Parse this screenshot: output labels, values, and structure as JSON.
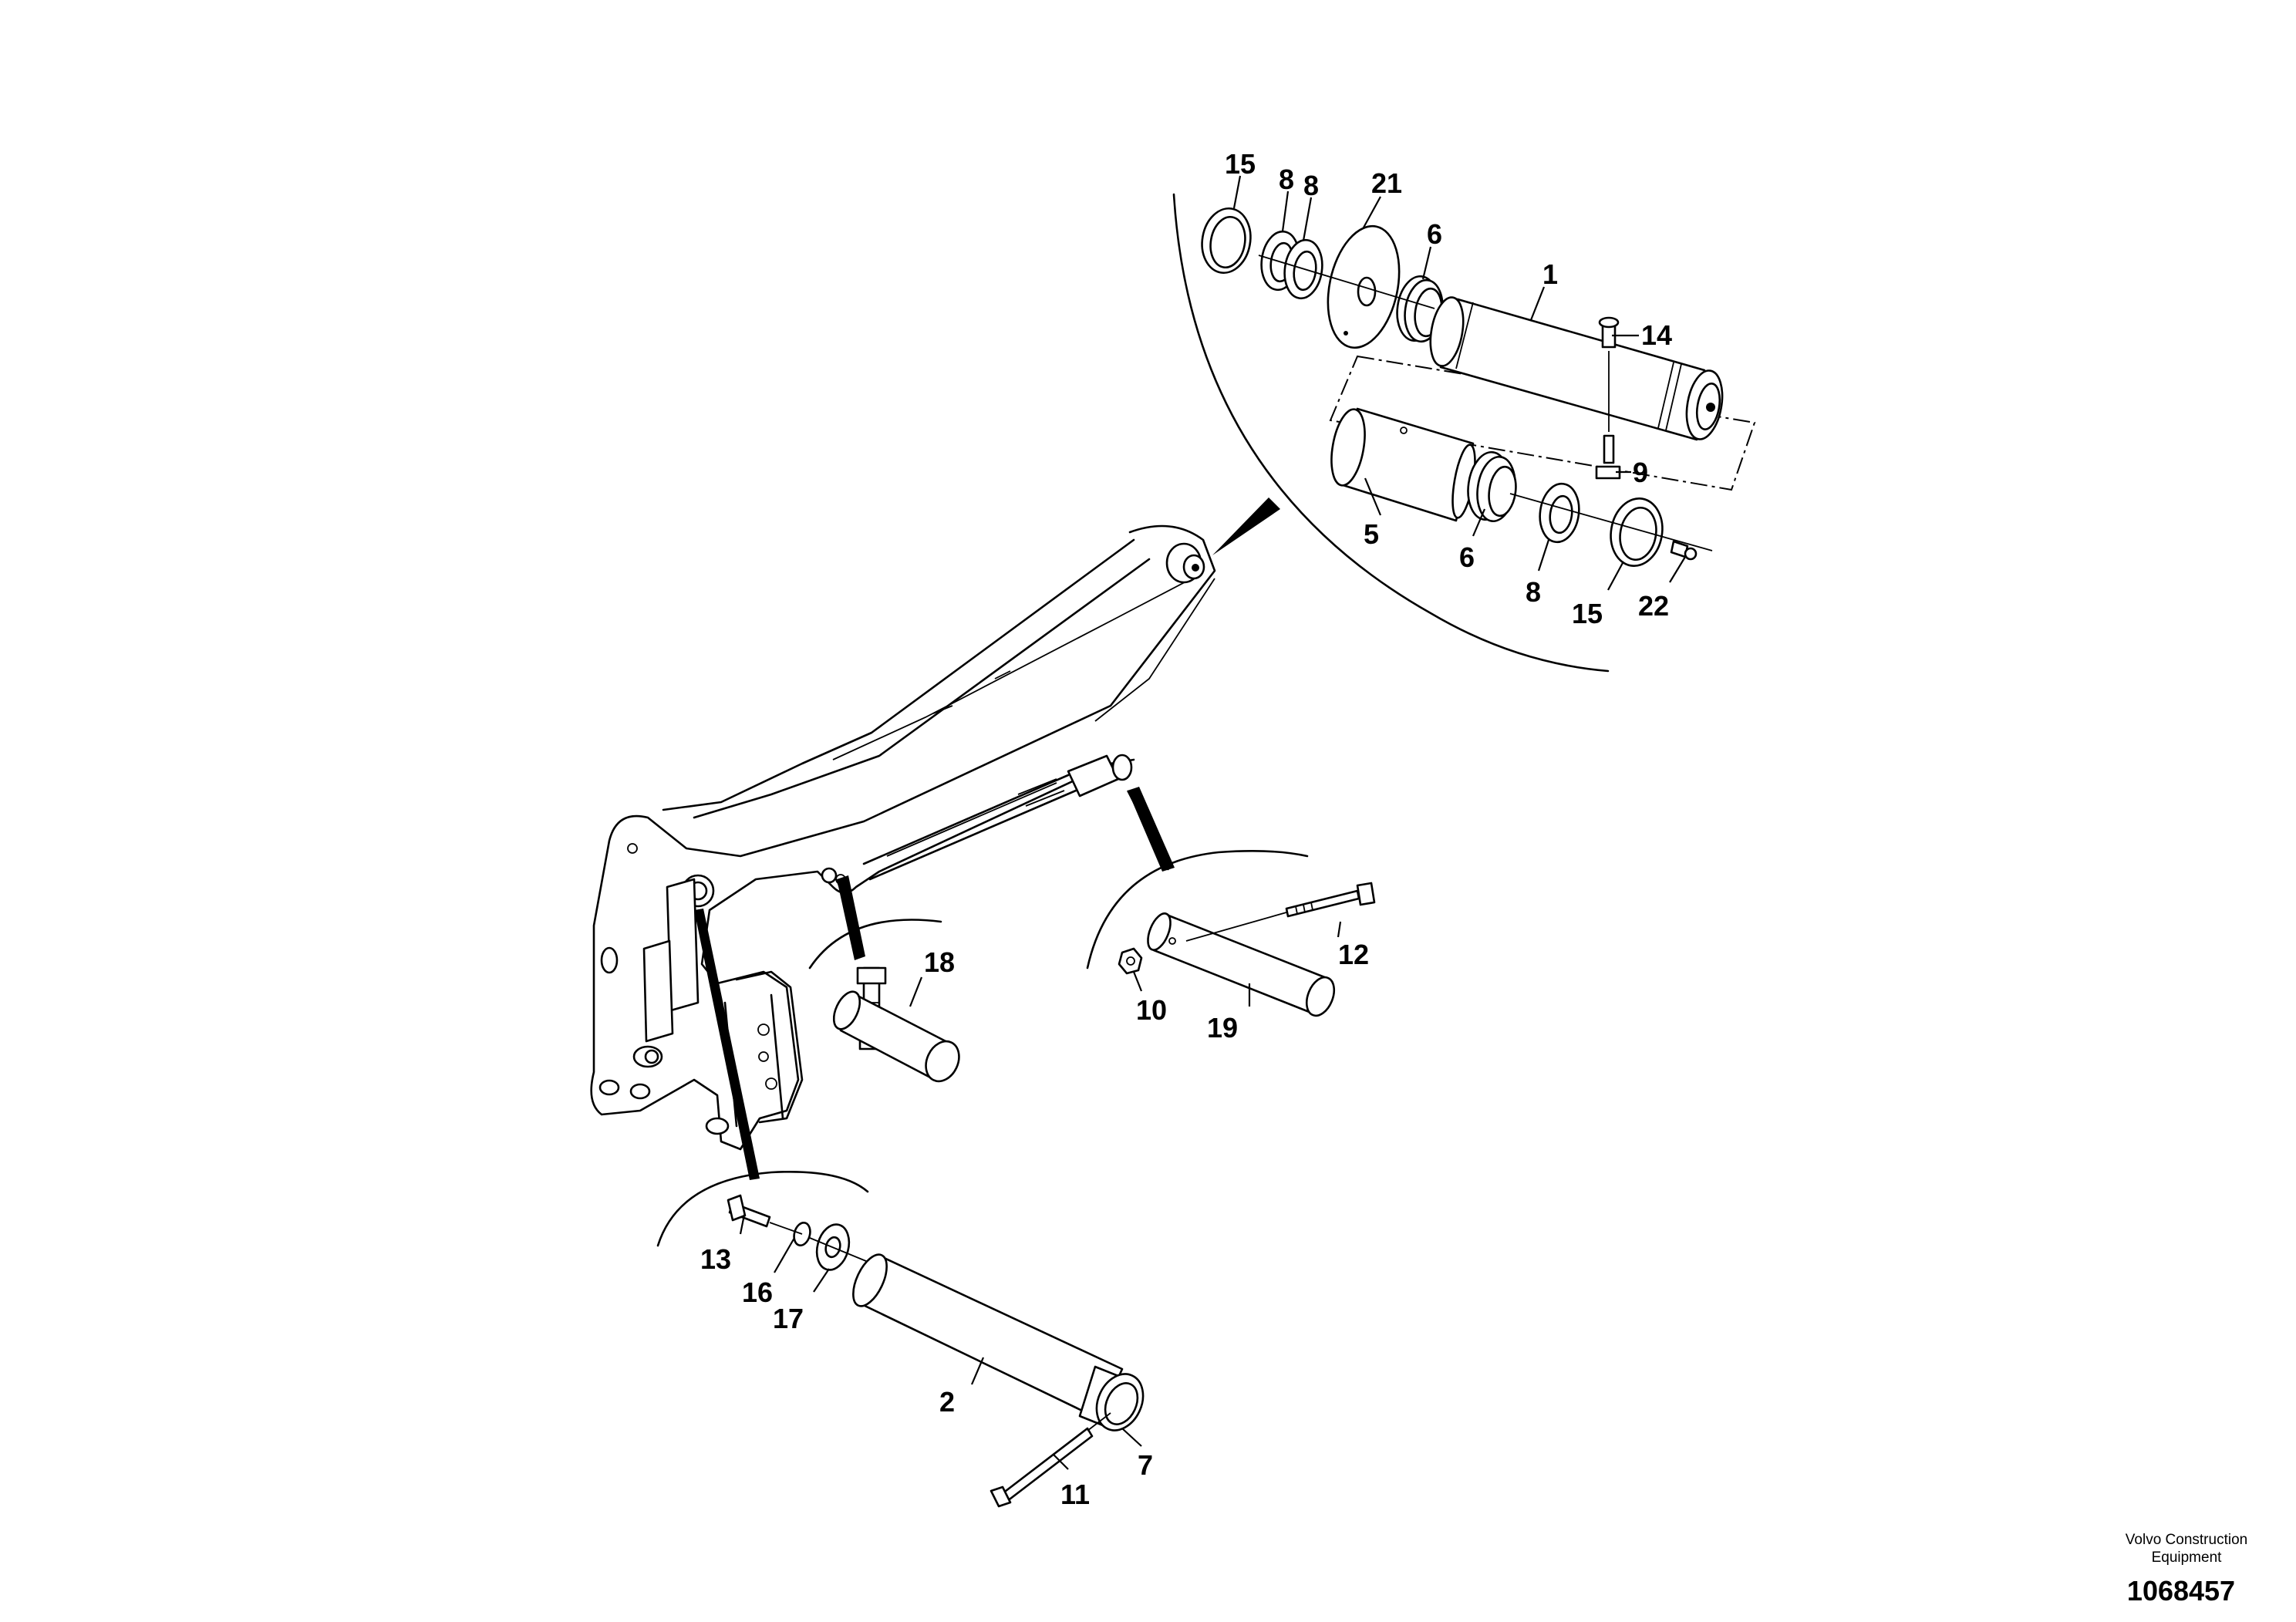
{
  "part_labels": {
    "p15a": "15",
    "p8a": "8",
    "p8b": "8",
    "p21": "21",
    "p6a": "6",
    "p1": "1",
    "p14": "14",
    "p9": "9",
    "p5": "5",
    "p6b": "6",
    "p8c": "8",
    "p15b": "15",
    "p22": "22",
    "p18": "18",
    "p12": "12",
    "p10": "10",
    "p19": "19",
    "p13": "13",
    "p16": "16",
    "p17": "17",
    "p2": "2",
    "p7": "7",
    "p11": "11"
  },
  "footer": {
    "brand_line1": "Volvo Construction",
    "brand_line2": "Equipment",
    "drawing_number": "1068457"
  }
}
